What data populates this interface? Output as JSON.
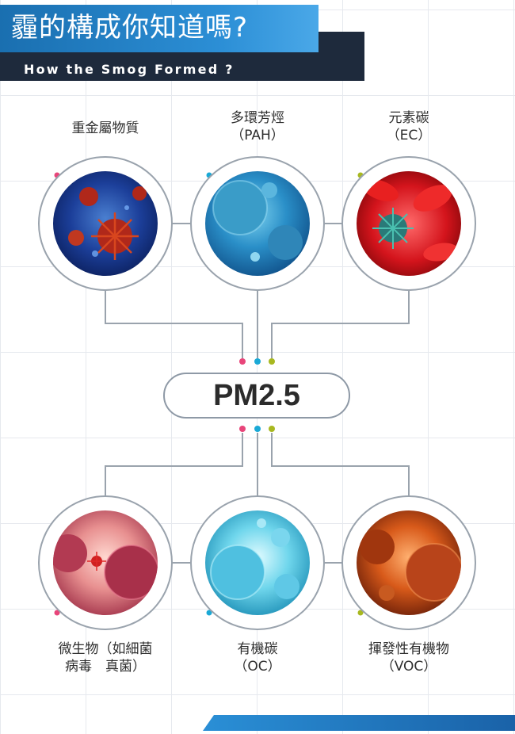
{
  "header": {
    "title": "霾的構成你知道嗎?",
    "subtitle": "How the Smog Formed ?"
  },
  "center": {
    "label": "PM2.5"
  },
  "top_components": [
    {
      "line1": "重金屬物質",
      "line2": "",
      "image": "red-virus-particles-image"
    },
    {
      "line1": "多環芳烴",
      "line2": "（PAH）",
      "image": "blue-cell-spheres-image"
    },
    {
      "line1": "元素碳",
      "line2": "（EC）",
      "image": "red-blood-cell-virus-image"
    }
  ],
  "bottom_components": [
    {
      "line1": "微生物（如細菌",
      "line2": "病毒　真菌）",
      "image": "pink-bacteria-image"
    },
    {
      "line1": "有機碳",
      "line2": "（OC）",
      "image": "cyan-cells-image"
    },
    {
      "line1": "揮發性有機物",
      "line2": "（VOC）",
      "image": "orange-cells-image"
    }
  ],
  "colors": {
    "pink_dot": "#e8457a",
    "cyan_dot": "#1aa9d6",
    "olive_dot": "#a8b820",
    "header_blue": "#2c8fd6",
    "header_dark": "#1e2a3c",
    "connector": "#9aa3ad"
  }
}
